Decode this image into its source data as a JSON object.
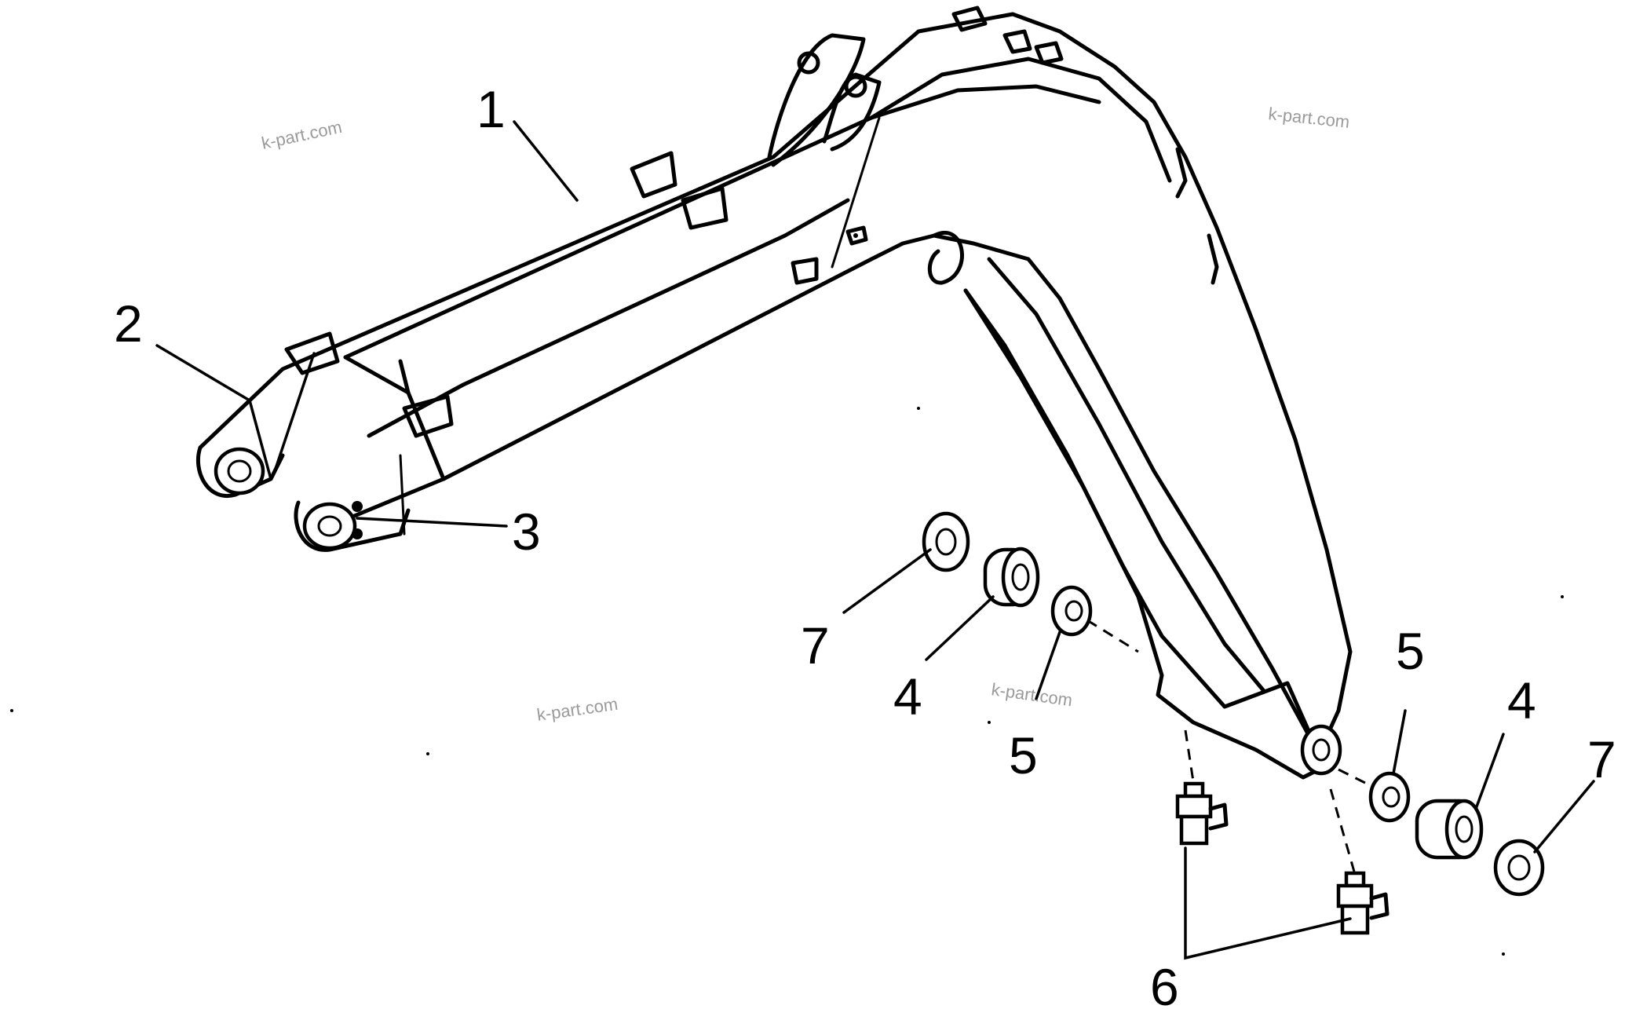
{
  "diagram": {
    "callouts": {
      "c1": "1",
      "c2": "2",
      "c3": "3",
      "c4a": "4",
      "c4b": "4",
      "c5a": "5",
      "c5b": "5",
      "c6": "6",
      "c7a": "7",
      "c7b": "7"
    },
    "watermarks": {
      "w1": "k-part.com",
      "w2": "k-part.com",
      "w3": "k-part.com",
      "w4": "k-part.com"
    }
  }
}
